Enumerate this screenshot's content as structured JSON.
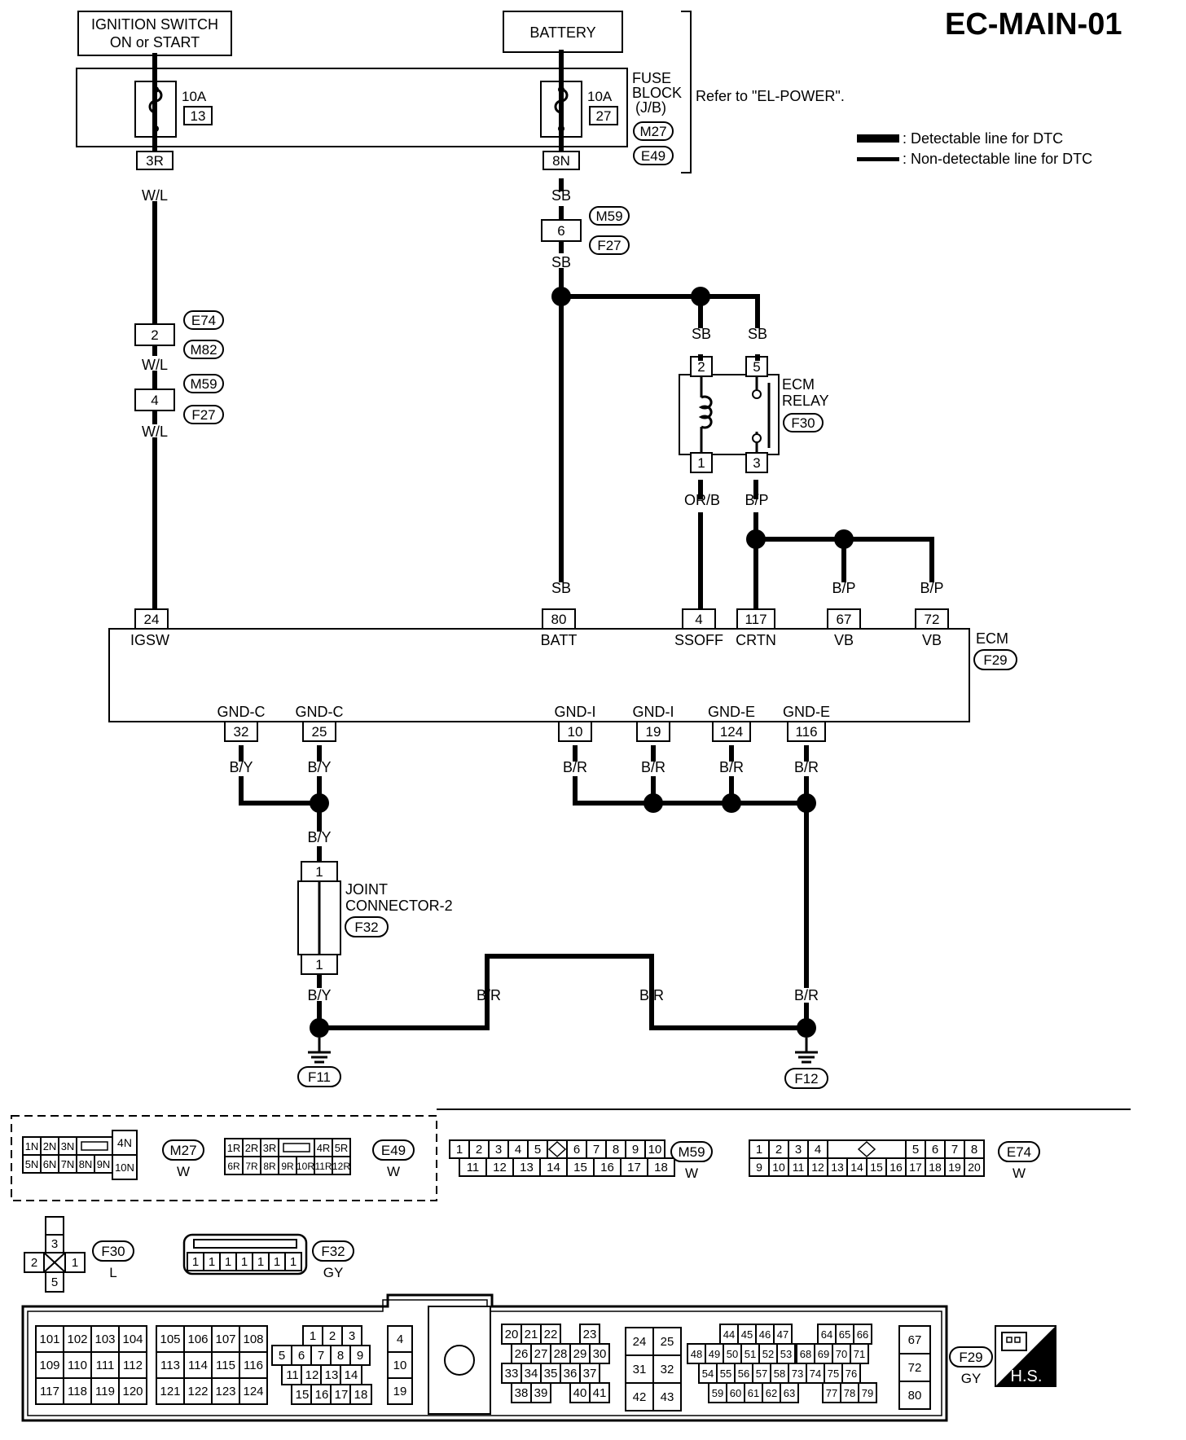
{
  "title": "EC-MAIN-01",
  "sources": {
    "ignition": "IGNITION SWITCH ON or START",
    "ignition_l1": "IGNITION SWITCH",
    "ignition_l2": "ON or START",
    "battery": "BATTERY"
  },
  "fuse_block": {
    "label_l1": "FUSE",
    "label_l2": "BLOCK",
    "label_l3": "(J/B)",
    "conn_a": "M27",
    "conn_b": "E49",
    "refer": "Refer to \"EL-POWER\".",
    "fuse1_rating": "10A",
    "fuse1_no": "13",
    "fuse1_pin": "3R",
    "fuse2_rating": "10A",
    "fuse2_no": "27",
    "fuse2_pin": "8N"
  },
  "legend": {
    "detectable": ": Detectable line for DTC",
    "non_detectable": ": Non-detectable line for DTC"
  },
  "colors": {
    "wl": "W/L",
    "sb": "SB",
    "orb": "OR/B",
    "bp": "B/P",
    "by": "B/Y",
    "br": "B/R"
  },
  "connectors": {
    "m59": "M59",
    "f27": "F27",
    "e74": "E74",
    "m82": "M82",
    "pin6": "6",
    "pin2": "2",
    "pin4": "4",
    "f30": "F30",
    "f29": "F29",
    "f32": "F32",
    "f11": "F11",
    "f12": "F12"
  },
  "relay": {
    "l1": "ECM",
    "l2": "RELAY",
    "pin2": "2",
    "pin5": "5",
    "pin1": "1",
    "pin3": "3"
  },
  "ecm": {
    "label": "ECM",
    "top_pins": [
      {
        "pin": "24",
        "name": "IGSW"
      },
      {
        "pin": "80",
        "name": "BATT"
      },
      {
        "pin": "4",
        "name": "SSOFF"
      },
      {
        "pin": "117",
        "name": "CRTN"
      },
      {
        "pin": "67",
        "name": "VB"
      },
      {
        "pin": "72",
        "name": "VB"
      }
    ],
    "bottom_pins": [
      {
        "pin": "32",
        "name": "GND-C"
      },
      {
        "pin": "25",
        "name": "GND-C"
      },
      {
        "pin": "10",
        "name": "GND-I"
      },
      {
        "pin": "19",
        "name": "GND-I"
      },
      {
        "pin": "124",
        "name": "GND-E"
      },
      {
        "pin": "116",
        "name": "GND-E"
      }
    ]
  },
  "joint": {
    "l1": "JOINT",
    "l2": "CONNECTOR-2",
    "pin_top": "1",
    "pin_bottom": "1"
  },
  "views": {
    "m27": {
      "code": "M27",
      "color": "W",
      "row1": [
        "1N",
        "2N",
        "3N",
        "",
        "4N"
      ],
      "row2": [
        "5N",
        "6N",
        "7N",
        "8N",
        "9N",
        "10N"
      ]
    },
    "e49": {
      "code": "E49",
      "color": "W",
      "row1": [
        "1R",
        "2R",
        "3R",
        "",
        "4R",
        "5R"
      ],
      "row2": [
        "6R",
        "7R",
        "8R",
        "9R",
        "10R",
        "11R",
        "12R"
      ]
    },
    "m59": {
      "code": "M59",
      "color": "W",
      "row1": [
        "1",
        "2",
        "3",
        "4",
        "5",
        "6",
        "7",
        "8",
        "9",
        "10"
      ],
      "row2": [
        "11",
        "12",
        "13",
        "14",
        "15",
        "16",
        "17",
        "18"
      ]
    },
    "e74": {
      "code": "E74",
      "color": "W",
      "row1": [
        "1",
        "2",
        "3",
        "4",
        "5",
        "6",
        "7",
        "8"
      ],
      "row2": [
        "9",
        "10",
        "11",
        "12",
        "13",
        "14",
        "15",
        "16",
        "17",
        "18",
        "19",
        "20"
      ]
    },
    "f30": {
      "code": "F30",
      "color": "L",
      "pins": [
        "3",
        "2",
        "1",
        "5"
      ]
    },
    "f32": {
      "code": "F32",
      "color": "GY",
      "pins": [
        "1",
        "1",
        "1",
        "1",
        "1",
        "1",
        "1"
      ]
    },
    "f29": {
      "code": "F29",
      "color": "GY",
      "g1": [
        "101",
        "102",
        "103",
        "104",
        "109",
        "110",
        "111",
        "112",
        "117",
        "118",
        "119",
        "120"
      ],
      "g2": [
        "105",
        "106",
        "107",
        "108",
        "113",
        "114",
        "115",
        "116",
        "121",
        "122",
        "123",
        "124"
      ],
      "g3": [
        "1",
        "2",
        "3",
        "5",
        "6",
        "7",
        "8",
        "9",
        "11",
        "12",
        "13",
        "14",
        "15",
        "16",
        "17",
        "18"
      ],
      "g4": [
        "4",
        "10",
        "19"
      ],
      "g5": [
        "20",
        "21",
        "22",
        "23",
        "26",
        "27",
        "28",
        "29",
        "30",
        "33",
        "34",
        "35",
        "36",
        "37",
        "38",
        "39",
        "40",
        "41"
      ],
      "g6": [
        "24",
        "25",
        "31",
        "32",
        "42",
        "43"
      ],
      "g7": [
        "44",
        "45",
        "46",
        "47",
        "64",
        "65",
        "66",
        "48",
        "49",
        "50",
        "51",
        "52",
        "53",
        "68",
        "69",
        "70",
        "71",
        "54",
        "55",
        "56",
        "57",
        "58",
        "73",
        "74",
        "75",
        "76",
        "59",
        "60",
        "61",
        "62",
        "63",
        "77",
        "78",
        "79"
      ],
      "g8": [
        "67",
        "72",
        "80"
      ]
    },
    "hs": "H.S."
  }
}
